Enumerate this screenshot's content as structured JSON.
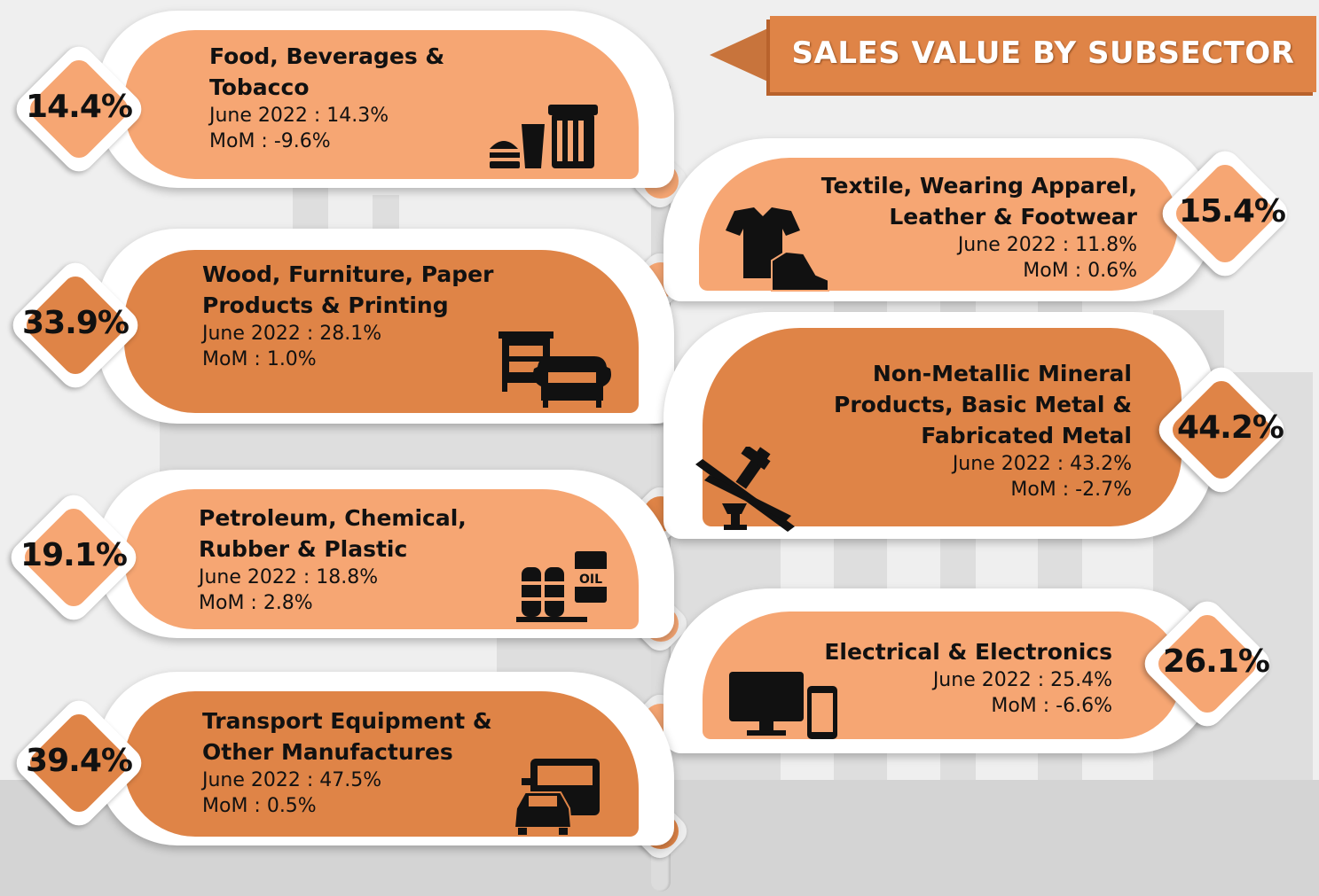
{
  "title": "SALES VALUE BY SUBSECTOR",
  "colors": {
    "light": "#f6a673",
    "dark": "#df8447",
    "banner": "#df8447"
  },
  "subsectors": [
    {
      "name": "Food, Beverages & Tobacco",
      "share": "14.4%",
      "june": "June 2022 : 14.3%",
      "mom": "MoM : -9.6%",
      "icon": "food-beverage-icon"
    },
    {
      "name": "Textile, Wearing Apparel, Leather & Footwear",
      "share": "15.4%",
      "june": "June 2022 : 11.8%",
      "mom": "MoM : 0.6%",
      "icon": "shirt-shoe-icon"
    },
    {
      "name": "Wood, Furniture, Paper Products & Printing",
      "share": "33.9%",
      "june": "June 2022 : 28.1%",
      "mom": "MoM : 1.0%",
      "icon": "furniture-icon"
    },
    {
      "name": "Non-Metallic Mineral Products, Basic Metal & Fabricated Metal",
      "share": "44.2%",
      "june": "June 2022 : 43.2%",
      "mom": "MoM : -2.7%",
      "icon": "metal-tools-icon"
    },
    {
      "name": "Petroleum, Chemical, Rubber & Plastic",
      "share": "19.1%",
      "june": "June 2022 : 18.8%",
      "mom": "MoM : 2.8%",
      "icon": "oil-tank-icon",
      "icon_text": "OIL"
    },
    {
      "name": "Electrical & Electronics",
      "share": "26.1%",
      "june": "June 2022 : 25.4%",
      "mom": "MoM : -6.6%",
      "icon": "monitor-phone-icon"
    },
    {
      "name": "Transport Equipment & Other Manufactures",
      "share": "39.4%",
      "june": "June 2022 : 47.5%",
      "mom": "MoM : 0.5%",
      "icon": "vehicles-icon"
    }
  ]
}
